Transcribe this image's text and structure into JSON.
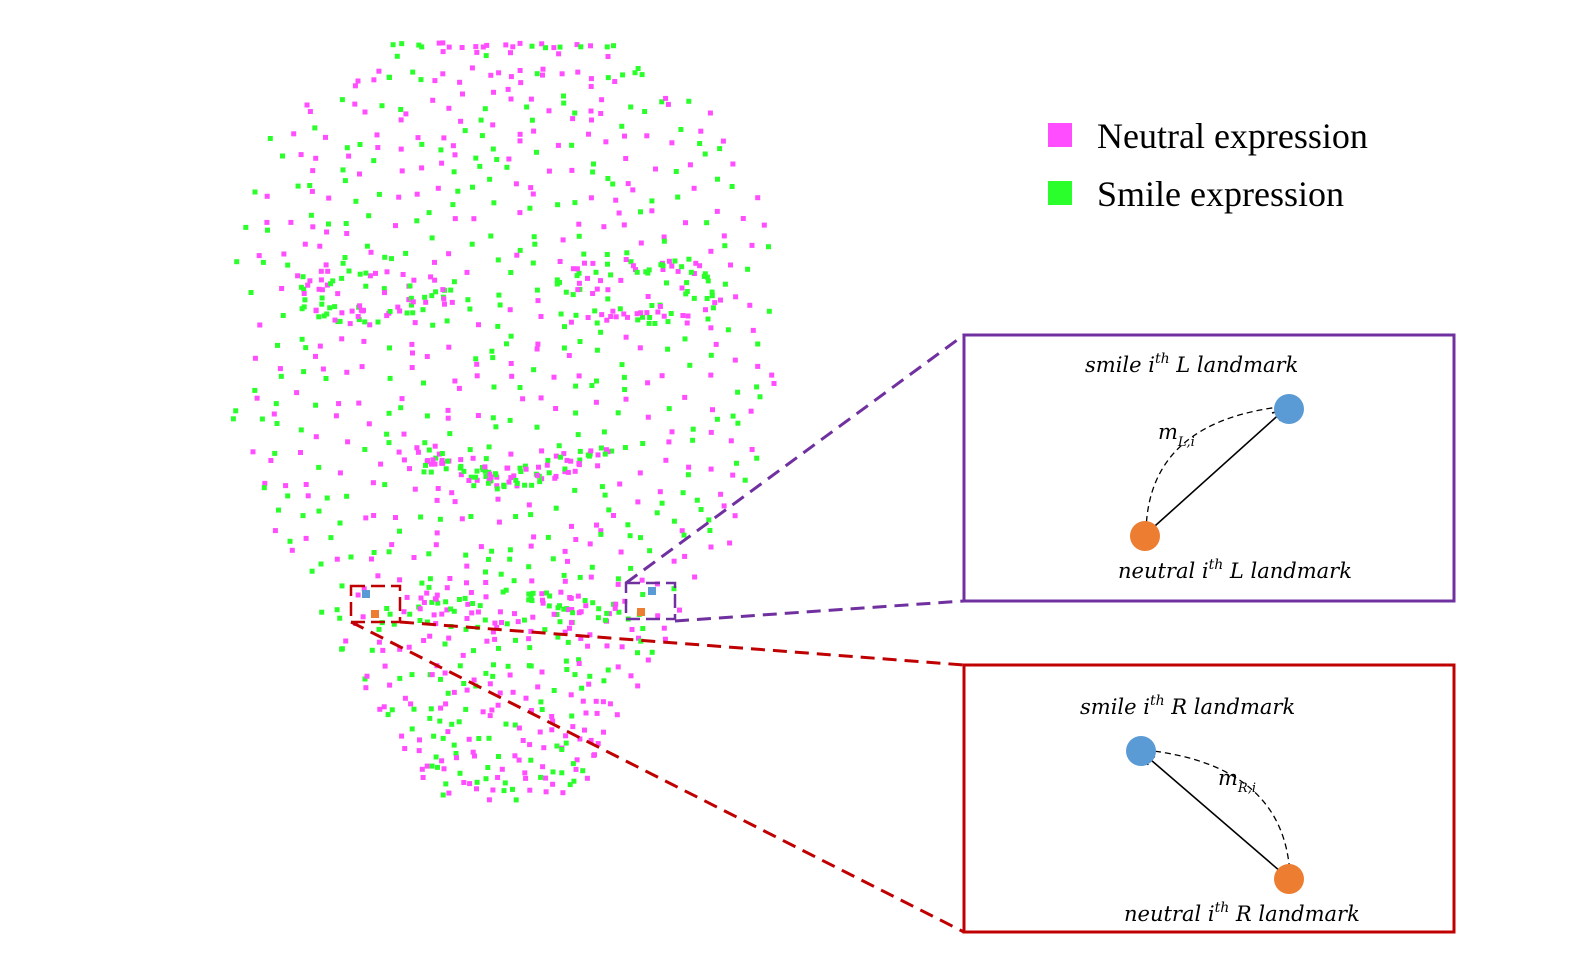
{
  "legend": {
    "items": [
      {
        "label": "Neutral expression",
        "color": "#ff4dff"
      },
      {
        "label": "Smile expression",
        "color": "#2bff2b"
      }
    ]
  },
  "colors": {
    "neutral_point": "#ff4dff",
    "smile_point": "#2bff2b",
    "smile_landmark": "#5b9bd5",
    "neutral_landmark": "#ed7d31",
    "left_box": "#7030a0",
    "right_box": "#c00000"
  },
  "left_panel": {
    "smile_label": {
      "pre": "smile i",
      "sup": "th",
      "post": " L landmark"
    },
    "neutral_label": {
      "pre": "neutral i",
      "sup": "th",
      "post": " L landmark"
    },
    "distance_label": {
      "base": "m",
      "sub": "L,i"
    }
  },
  "right_panel": {
    "smile_label": {
      "pre": "smile i",
      "sup": "th",
      "post": " R landmark"
    },
    "neutral_label": {
      "pre": "neutral i",
      "sup": "th",
      "post": " R landmark"
    },
    "distance_label": {
      "base": "m",
      "sub": "R,i"
    }
  }
}
